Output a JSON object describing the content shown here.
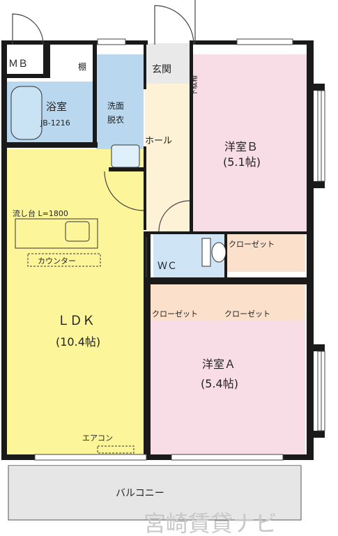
{
  "rooms": {
    "mb": "ＭＢ",
    "shelf": "棚",
    "bath": "浴室",
    "bath_model": "JB-1216",
    "washroom_1": "洗面",
    "washroom_2": "脱衣",
    "entrance": "玄関",
    "shoe_box": "下駄箱",
    "hall": "ホール",
    "room_b": "洋室Ｂ",
    "room_b_size": "(5.1帖)",
    "closet_wc_side": "クローゼット",
    "wc": "ＷＣ",
    "kitchen": "流し台 L=1800",
    "counter": "カウンター",
    "ldk": "ＬＤＫ",
    "ldk_size": "(10.4帖)",
    "closet_a1": "クローゼット",
    "closet_a2": "クローゼット",
    "room_a": "洋室Ａ",
    "room_a_size": "(5.4帖)",
    "aircon": "エアコン",
    "balcony": "バルコニー"
  },
  "watermark": "宮崎賃貸ナビ",
  "colors": {
    "wall": "#1a1a1a",
    "bath_blue": "#b9d7ee",
    "ldk_yellow": "#fdf59a",
    "room_pink": "#f9dde6",
    "closet_orange": "#fbe0cc",
    "hall_cream": "#fdf2d5",
    "balcony_gray": "#e6e6e6"
  }
}
